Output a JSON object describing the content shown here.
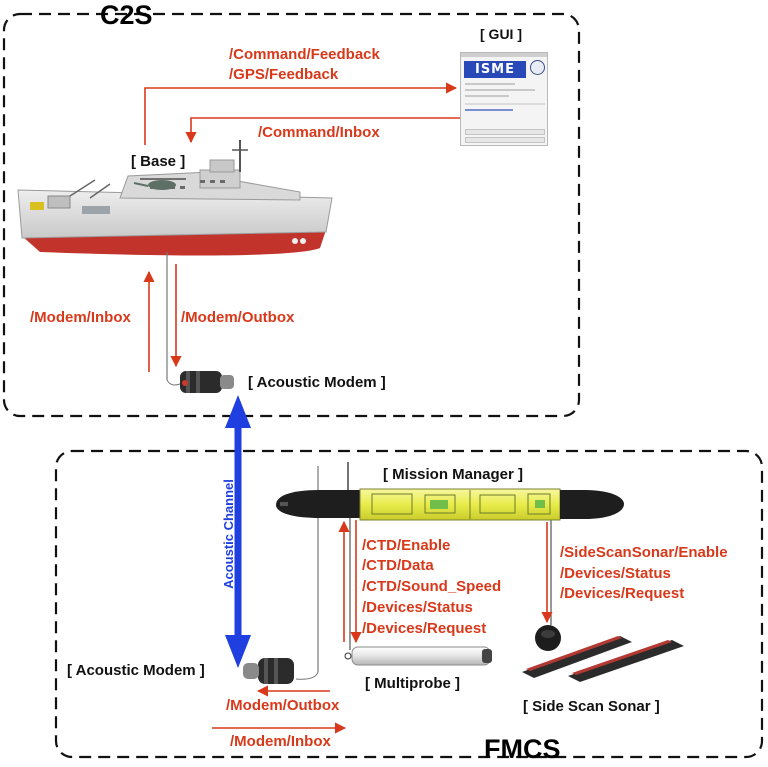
{
  "regions": {
    "c2s_title": "C2S",
    "fmcs_title": "FMCS"
  },
  "components": {
    "gui": "[ GUI ]",
    "gui_logo": "ISME",
    "base": "[ Base ]",
    "acoustic_modem_top": "[ Acoustic Modem ]",
    "mission_manager": "[ Mission Manager ]",
    "acoustic_modem_bottom": "[ Acoustic Modem ]",
    "multiprobe": "[ Multiprobe ]",
    "side_scan_sonar": "[ Side Scan Sonar ]"
  },
  "channel": {
    "label": "Acoustic Channel"
  },
  "topics": {
    "gui_feedback": [
      "/Command/Feedback",
      "/GPS/Feedback"
    ],
    "gui_inbox": "/Command/Inbox",
    "modem_inbox_top": "/Modem/Inbox",
    "modem_outbox_top": "/Modem/Outbox",
    "ctd": [
      "/CTD/Enable",
      "/CTD/Data",
      "/CTD/Sound_Speed",
      "/Devices/Status",
      "/Devices/Request"
    ],
    "sonar": [
      "/SideScanSonar/Enable",
      "/Devices/Status",
      "/Devices/Request"
    ],
    "modem_outbox_bottom": "/Modem/Outbox",
    "modem_inbox_bottom": "/Modem/Inbox"
  },
  "colors": {
    "topic_red": "#d9391b",
    "channel_blue": "#1f3fe0",
    "frame_black": "#111111"
  }
}
